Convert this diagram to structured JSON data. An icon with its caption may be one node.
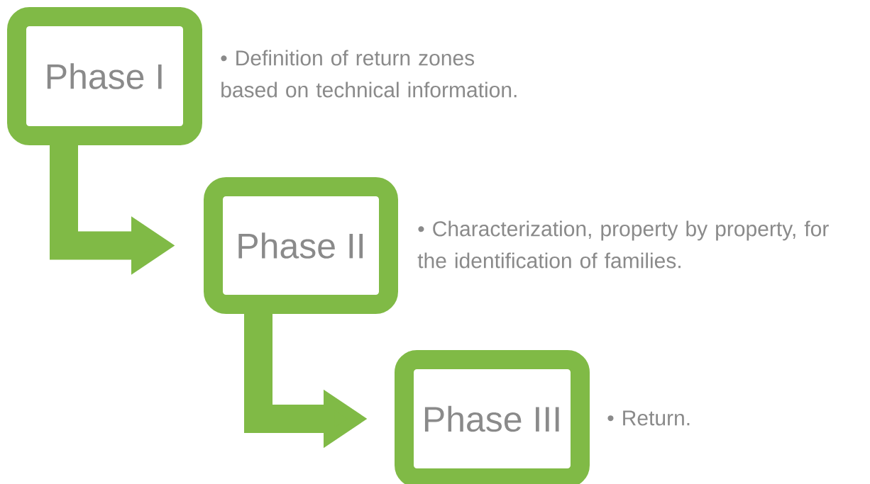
{
  "diagram": {
    "nodes": [
      {
        "text": [
          "Phase I"
        ],
        "beside": [
          "• Definition of return zones based on technical information."
        ]
      },
      {
        "text": [
          "Phase II"
        ],
        "beside": [
          "• Characterization, property by property, for the identification of families."
        ]
      },
      {
        "text": [
          "Phase III"
        ],
        "beside": [
          "• Return."
        ]
      }
    ],
    "edges": [
      {
        "from": 0,
        "to": 1,
        "arrow": "to"
      },
      {
        "from": 1,
        "to": 2,
        "arrow": "to"
      }
    ]
  }
}
